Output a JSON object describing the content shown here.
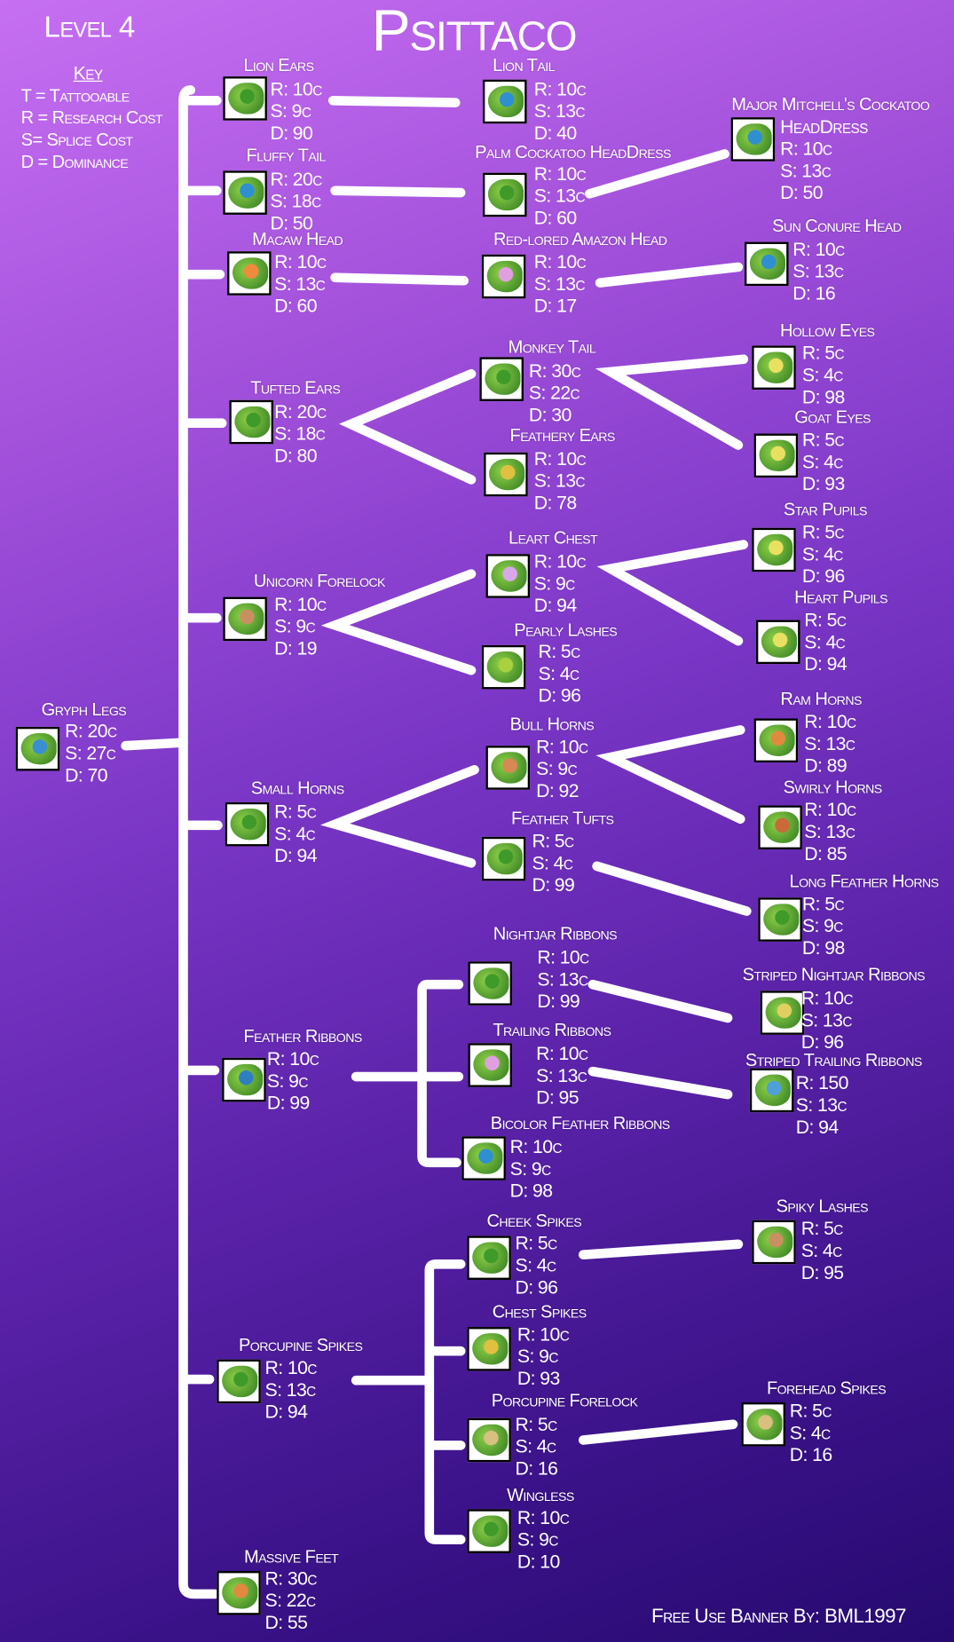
{
  "header": {
    "level": "Level 4",
    "title": "Psittaco"
  },
  "key": {
    "heading": "Key",
    "lines": [
      "T = Tattooable",
      "R = Research Cost",
      "S= Splice Cost",
      "D = Dominance"
    ]
  },
  "footer": "Free Use Banner By: BML1997",
  "colors": {
    "background_top": "#c66ff2",
    "background_bottom": "#260a70",
    "lines": "#ffffff"
  },
  "nodes": [
    {
      "title": "Gryph Legs",
      "r": "R: 20c",
      "s": "S: 27c",
      "d": "D: 70",
      "icon_color": "#3a8fd0"
    },
    {
      "title": "Lion Ears",
      "r": "R: 10c",
      "s": "S: 9c",
      "d": "D: 90",
      "icon_color": "#3f9a2a"
    },
    {
      "title": "Fluffy Tail",
      "r": "R: 20c",
      "s": "S: 18c",
      "d": "D: 50",
      "icon_color": "#2f8fd0"
    },
    {
      "title": "Macaw Head",
      "r": "R: 10c",
      "s": "S: 13c",
      "d": "D: 60",
      "icon_color": "#f08a3c"
    },
    {
      "title": "Tufted Ears",
      "r": "R: 20c",
      "s": "S: 18c",
      "d": "D: 80",
      "icon_color": "#3f9a2a"
    },
    {
      "title": "Unicorn Forelock",
      "r": "R: 10c",
      "s": "S: 9c",
      "d": "D: 19",
      "icon_color": "#c89060"
    },
    {
      "title": "Small Horns",
      "r": "R: 5c",
      "s": "S: 4c",
      "d": "D: 94",
      "icon_color": "#3f9a2a"
    },
    {
      "title": "Feather Ribbons",
      "r": "R: 10c",
      "s": "S: 9c",
      "d": "D: 99",
      "icon_color": "#2f7fc0"
    },
    {
      "title": "Porcupine Spikes",
      "r": "R: 10c",
      "s": "S: 13c",
      "d": "D: 94",
      "icon_color": "#3f9a2a"
    },
    {
      "title": "Massive Feet",
      "r": "R: 30c",
      "s": "S: 22c",
      "d": "D: 55",
      "icon_color": "#e08a40"
    },
    {
      "title": "Lion Tail",
      "r": "R: 10c",
      "s": "S: 13c",
      "d": "D: 40",
      "icon_color": "#2f8fd0"
    },
    {
      "title": "Palm Cockatoo HeadDress",
      "r": "R: 10c",
      "s": "S: 13c",
      "d": "D: 60",
      "icon_color": "#3f9a2a"
    },
    {
      "title": "Red-lored Amazon Head",
      "r": "R: 10c",
      "s": "S: 13c",
      "d": "D: 17",
      "icon_color": "#e0a0e0"
    },
    {
      "title": "Monkey Tail",
      "r": "R: 30c",
      "s": "S: 22c",
      "d": "D: 30",
      "icon_color": "#3f9a2a"
    },
    {
      "title": "Feathery Ears",
      "r": "R: 10c",
      "s": "S: 13c",
      "d": "D: 78",
      "icon_color": "#e0c040"
    },
    {
      "title": "Leart Chest",
      "r": "R: 10c",
      "s": "S: 9c",
      "d": "D: 94",
      "icon_color": "#d8a8e8"
    },
    {
      "title": "Pearly Lashes",
      "r": "R: 5c",
      "s": "S: 4c",
      "d": "D: 96",
      "icon_color": "#a8d040"
    },
    {
      "title": "Bull Horns",
      "r": "R: 10c",
      "s": "S: 9c",
      "d": "D: 92",
      "icon_color": "#d88850"
    },
    {
      "title": "Feather Tufts",
      "r": "R: 5c",
      "s": "S: 4c",
      "d": "D: 99",
      "icon_color": "#3f9a2a"
    },
    {
      "title": "Nightjar Ribbons",
      "r": "R: 10c",
      "s": "S: 13c",
      "d": "D: 99",
      "icon_color": "#3f9a2a"
    },
    {
      "title": "Trailing Ribbons",
      "r": "R: 10c",
      "s": "S: 13c",
      "d": "D: 95",
      "icon_color": "#e0a0e0"
    },
    {
      "title": "Bicolor Feather Ribbons",
      "r": "R: 10c",
      "s": "S: 9c",
      "d": "D: 98",
      "icon_color": "#2f8fd0"
    },
    {
      "title": "Cheek Spikes",
      "r": "R: 5c",
      "s": "S: 4c",
      "d": "D: 96",
      "icon_color": "#3f9a2a"
    },
    {
      "title": "Chest Spikes",
      "r": "R: 10c",
      "s": "S: 9c",
      "d": "D: 93",
      "icon_color": "#e0c040"
    },
    {
      "title": "Porcupine Forelock",
      "r": "R: 5c",
      "s": "S: 4c",
      "d": "D: 16",
      "icon_color": "#d8c080"
    },
    {
      "title": "Wingless",
      "r": "R: 10c",
      "s": "S: 9c",
      "d": "D: 10",
      "icon_color": "#3f9a2a"
    },
    {
      "title": "Major Mitchell's Cockatoo",
      "extra": "HeadDress",
      "r": "R: 10c",
      "s": "S: 13c",
      "d": "D: 50",
      "icon_color": "#2f8fd0"
    },
    {
      "title": "Sun Conure Head",
      "r": "R: 10c",
      "s": "S: 13c",
      "d": "D: 16",
      "icon_color": "#2f8fd0"
    },
    {
      "title": "Hollow Eyes",
      "r": "R: 5c",
      "s": "S: 4c",
      "d": "D: 98",
      "icon_color": "#e8e060"
    },
    {
      "title": "Goat Eyes",
      "r": "R: 5c",
      "s": "S: 4c",
      "d": "D: 93",
      "icon_color": "#e8e060"
    },
    {
      "title": "Star Pupils",
      "r": "R: 5c",
      "s": "S: 4c",
      "d": "D: 96",
      "icon_color": "#e8e060"
    },
    {
      "title": "Heart Pupils",
      "r": "R: 5c",
      "s": "S: 4c",
      "d": "D: 94",
      "icon_color": "#e8e060"
    },
    {
      "title": "Ram Horns",
      "r": "R: 10c",
      "s": "S: 13c",
      "d": "D: 89",
      "icon_color": "#e08a40"
    },
    {
      "title": "Swirly Horns",
      "r": "R: 10c",
      "s": "S: 13c",
      "d": "D: 85",
      "icon_color": "#c86a3a"
    },
    {
      "title": "Long Feather Horns",
      "r": "R: 5c",
      "s": "S: 9c",
      "d": "D: 98",
      "icon_color": "#3f9a2a"
    },
    {
      "title": "Striped Nightjar Ribbons",
      "r": "R: 10c",
      "s": "S: 13c",
      "d": "D: 96",
      "icon_color": "#e0d060"
    },
    {
      "title": "Striped Trailing Ribbons",
      "r": "R: 150",
      "s": "S: 13c",
      "d": "D: 94",
      "icon_color": "#4fa0d8"
    },
    {
      "title": "Spiky Lashes",
      "r": "R: 5c",
      "s": "S: 4c",
      "d": "D: 95",
      "icon_color": "#c89060"
    },
    {
      "title": "Forehead Spikes",
      "r": "R: 5c",
      "s": "S: 4c",
      "d": "D: 16",
      "icon_color": "#d8c080"
    }
  ]
}
